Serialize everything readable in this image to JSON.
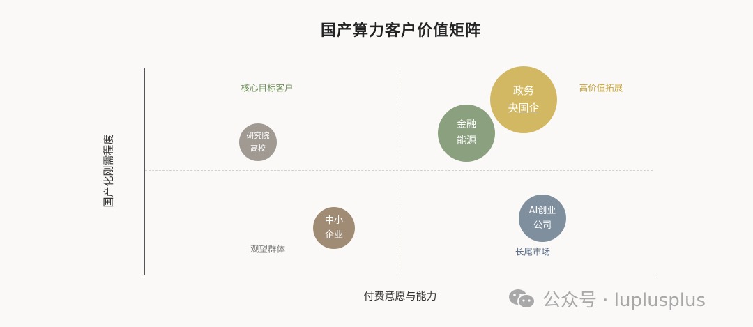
{
  "title": "国产算力客户价值矩阵",
  "x_axis_label": "付费意愿与能力",
  "y_axis_label": "国产化刚需程度",
  "quadrants": {
    "top_left": {
      "label": "核心目标客户",
      "color": "#6f8f5a"
    },
    "top_right": {
      "label": "高价值拓展",
      "color": "#c4a540"
    },
    "bottom_left": {
      "label": "观望群体",
      "color": "#7a7a7a"
    },
    "bottom_right": {
      "label": "长尾市场",
      "color": "#5a6e88"
    }
  },
  "bubbles": [
    {
      "line1": "研究院",
      "line2": "高校",
      "color": "#a09a92"
    },
    {
      "line1": "中小",
      "line2": "企业",
      "color": "#a08c74"
    },
    {
      "line1": "金融",
      "line2": "能源",
      "color": "#8aa07e"
    },
    {
      "line1": "政务",
      "line2": "央国企",
      "color": "#d2b862"
    },
    {
      "line1": "AI创业",
      "line2": "公司",
      "color": "#7f8f9e"
    }
  ],
  "watermark": {
    "icon": "wechat-icon",
    "text": "公众号 · luplusplus"
  }
}
